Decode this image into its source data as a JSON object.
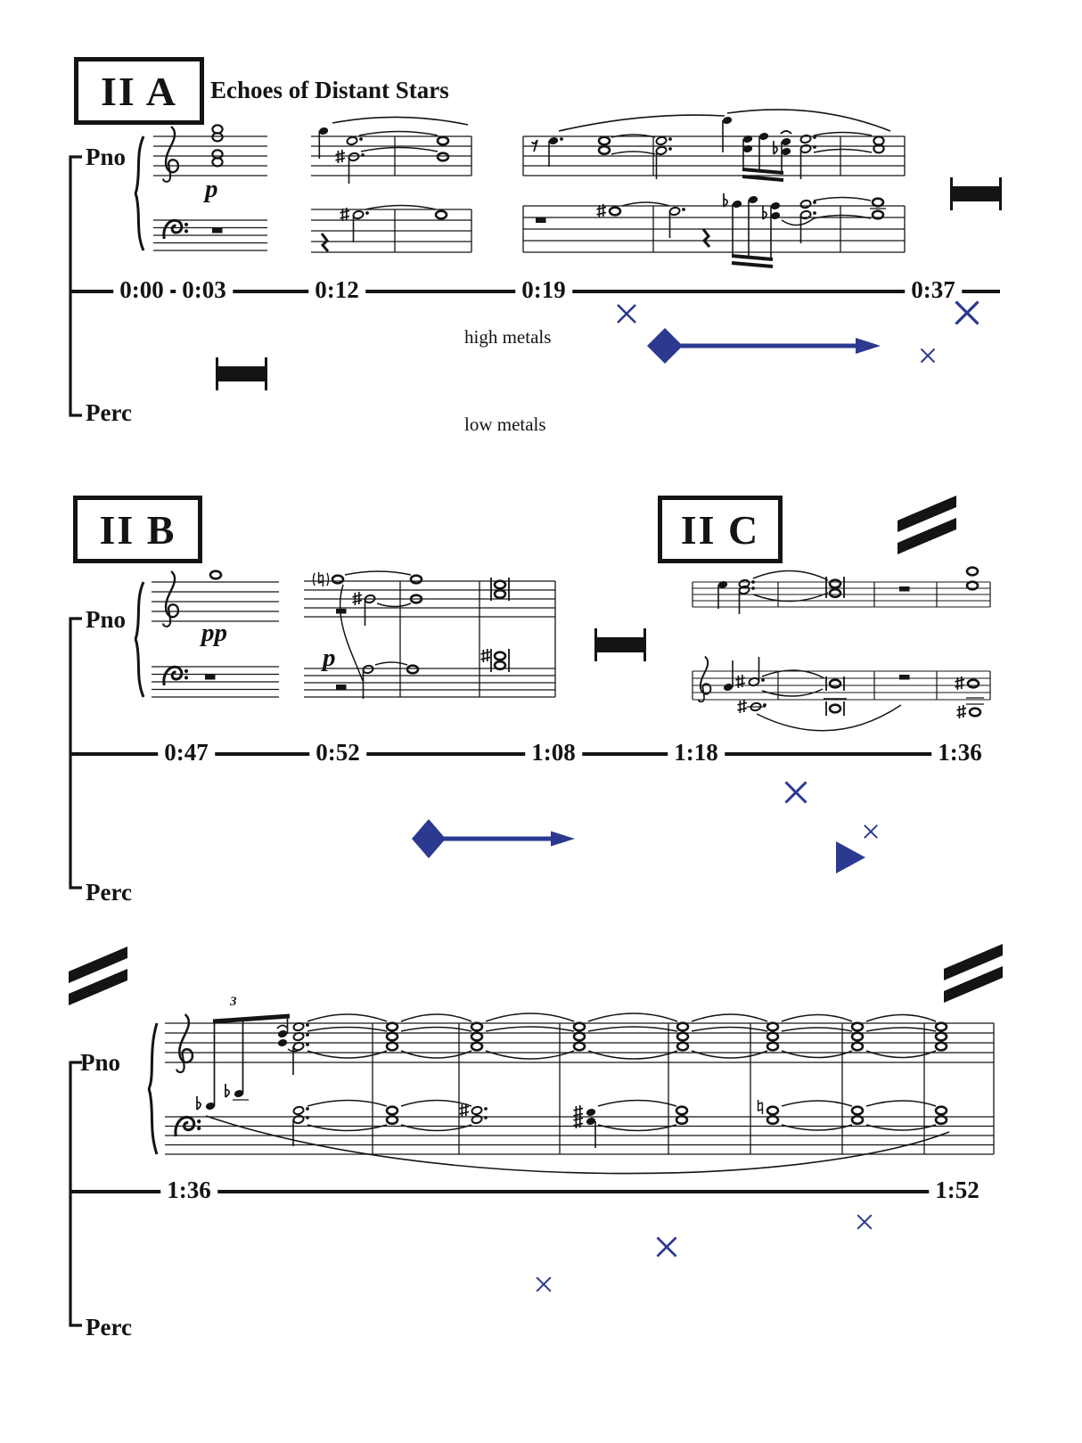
{
  "palette": {
    "ink": "#141414",
    "accent_blue": "#2b3990"
  },
  "systemA": {
    "section_label": "II A",
    "title": "Echoes of Distant Stars",
    "piano_label": "Pno",
    "perc_label": "Perc",
    "dynamic": "p",
    "times": [
      "0:00",
      "0:03",
      "0:12",
      "0:19",
      "0:37"
    ],
    "perc_line1": "high metals",
    "perc_line2": "low metals"
  },
  "systemB": {
    "section_label": "II B",
    "section_label_c": "II C",
    "piano_label": "Pno",
    "perc_label": "Perc",
    "dynamic_1": "pp",
    "dynamic_2": "p",
    "times": [
      "0:47",
      "0:52",
      "1:08",
      "1:18",
      "1:36"
    ]
  },
  "systemC": {
    "piano_label": "Pno",
    "perc_label": "Perc",
    "tuplet": "3",
    "times": [
      "1:36",
      "1:52"
    ]
  }
}
